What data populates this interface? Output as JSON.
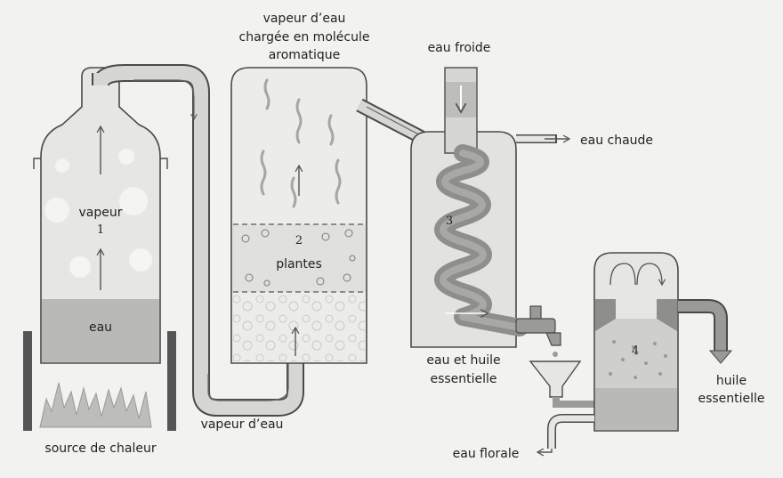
{
  "labels": {
    "steam_aromatic_line1": "vapeur d’eau",
    "steam_aromatic_line2": "chargée en molécule",
    "steam_aromatic_line3": "aromatique",
    "cold_water": "eau froide",
    "hot_water": "eau chaude",
    "vapor": "vapeur",
    "water": "eau",
    "plants": "plantes",
    "water_vapor": "vapeur d’eau",
    "heat_source": "source de chaleur",
    "water_oil_line1": "eau et huile",
    "water_oil_line2": "essentielle",
    "essential_oil_line1": "huile",
    "essential_oil_line2": "essentielle",
    "floral_water": "eau florale"
  },
  "numbers": {
    "boiler": "1",
    "plant_chamber": "2",
    "condenser": "3",
    "separator": "4"
  },
  "colors": {
    "background": "#f2f2f0",
    "outline": "#4a4a4a",
    "pipe": "#d6d6d4",
    "pipe_dark": "#9a9a98",
    "liquid": "#b9b9b7",
    "coil": "#8e8e8c",
    "vessel_fill": "#e4e4e2"
  },
  "icons": [
    "flame-icon",
    "tap-icon",
    "arrow-icon",
    "flower-icon",
    "bubble-icon"
  ]
}
